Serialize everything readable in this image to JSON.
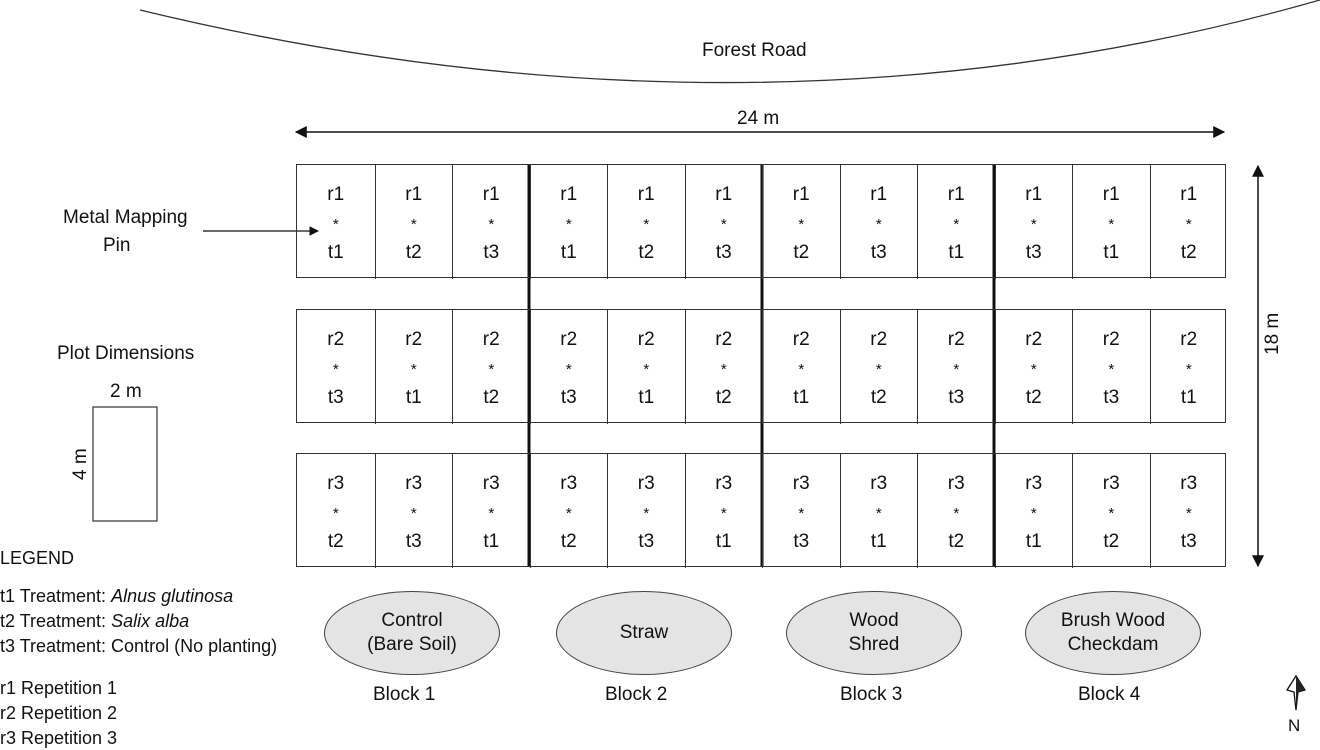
{
  "road_label": "Forest  Road",
  "width_label": "24 m",
  "height_label": "18 m",
  "pin_label_line1": "Metal Mapping",
  "pin_label_line2": "Pin",
  "plot_dimensions": {
    "title": "Plot Dimensions",
    "width_label": "2 m",
    "height_label": "4 m"
  },
  "rows": [
    {
      "rep": "r1",
      "treatments": [
        "t1",
        "t2",
        "t3",
        "t1",
        "t2",
        "t3",
        "t2",
        "t3",
        "t1",
        "t3",
        "t1",
        "t2"
      ]
    },
    {
      "rep": "r2",
      "treatments": [
        "t3",
        "t1",
        "t2",
        "t3",
        "t1",
        "t2",
        "t1",
        "t2",
        "t3",
        "t2",
        "t3",
        "t1"
      ]
    },
    {
      "rep": "r3",
      "treatments": [
        "t2",
        "t3",
        "t1",
        "t2",
        "t3",
        "t1",
        "t3",
        "t1",
        "t2",
        "t1",
        "t2",
        "t3"
      ]
    }
  ],
  "separator": "*",
  "blocks": [
    {
      "ellipse_text": "Control\n(Bare Soil)",
      "label": "Block   1"
    },
    {
      "ellipse_text": "Straw",
      "label": "Block   2"
    },
    {
      "ellipse_text": "Wood\nShred",
      "label": "Block   3"
    },
    {
      "ellipse_text": "Brush Wood\nCheckdam",
      "label": "Block   4"
    }
  ],
  "legend": {
    "title": "LEGEND",
    "t1_prefix": "t1 Treatment: ",
    "t1_species": "Alnus glutinosa",
    "t2_prefix": "t2 Treatment: ",
    "t2_species": "Salix alba",
    "t3": "t3 Treatment: Control (No planting)",
    "r1": "r1 Repetition 1",
    "r2": "r2 Repetition 2",
    "r3": "r3 Repetition 3"
  },
  "north_label": "N"
}
